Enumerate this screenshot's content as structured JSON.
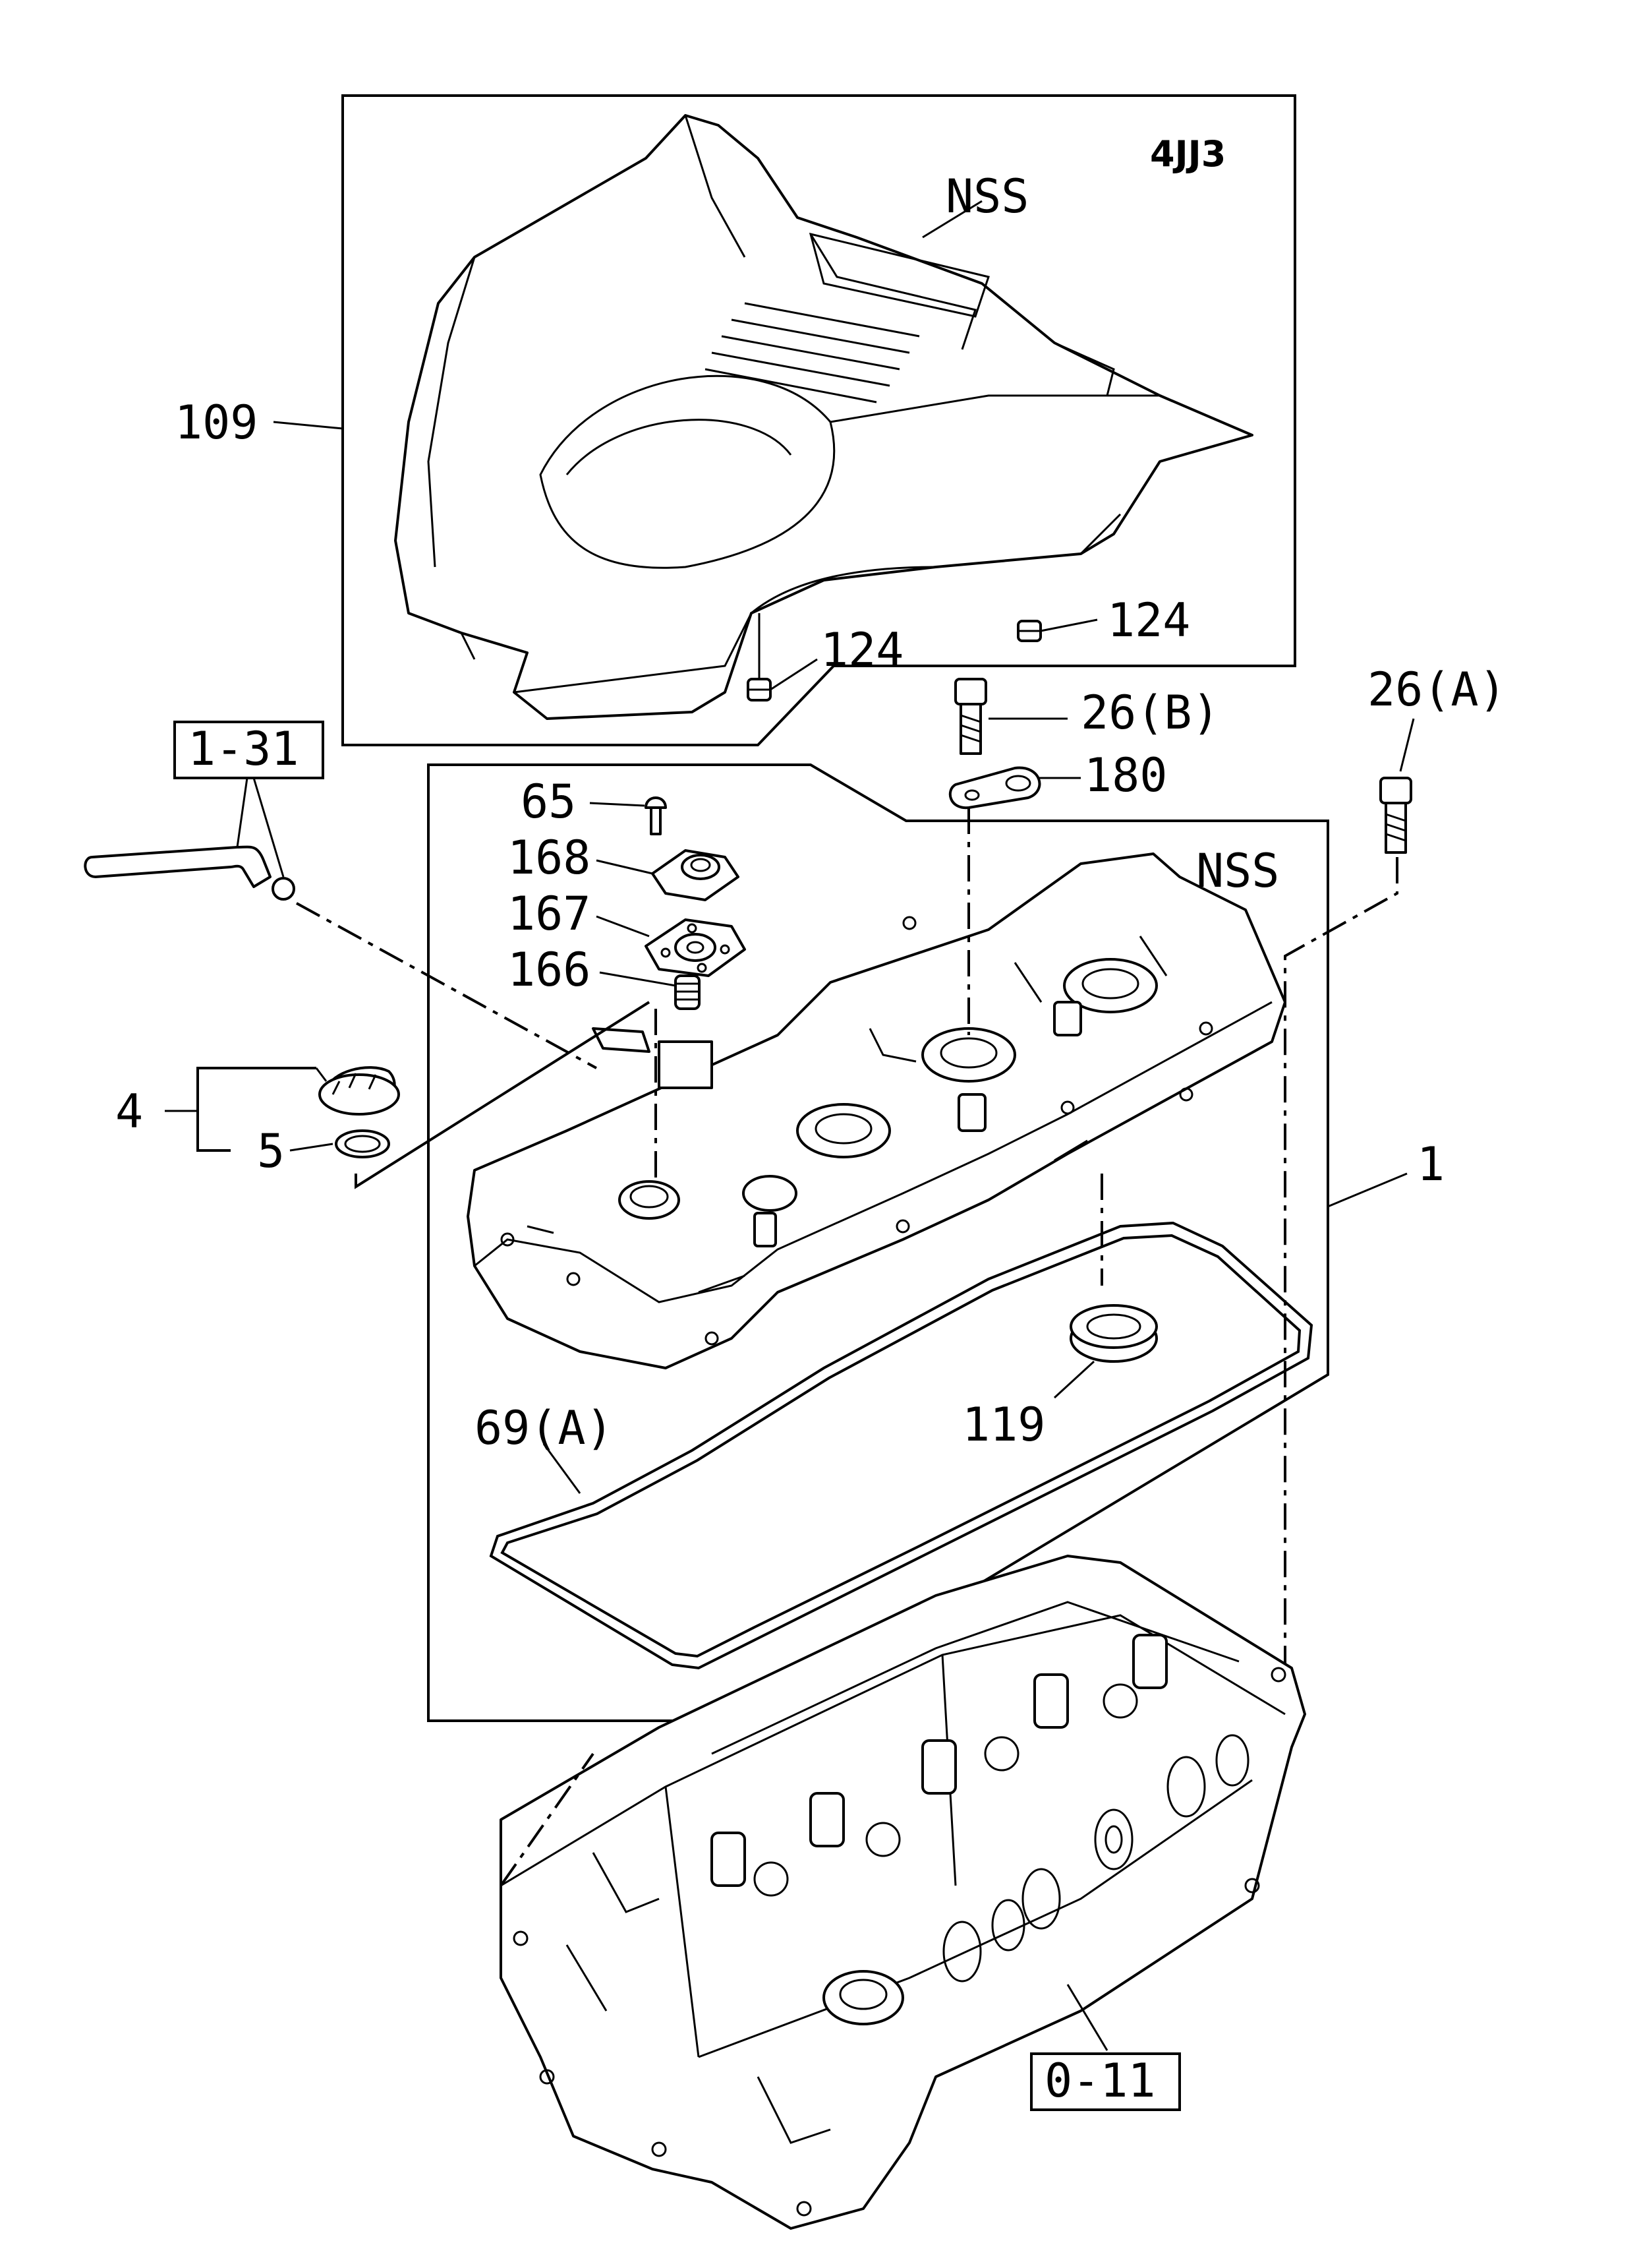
{
  "header": {
    "model": "4JJ3"
  },
  "callouts": {
    "nss_top": "NSS",
    "c109": "109",
    "c124_right": "124",
    "c124_mid": "124",
    "c26b": "26(B)",
    "c26a": "26(A)",
    "c180": "180",
    "c65": "65",
    "c168": "168",
    "c167": "167",
    "c166": "166",
    "nss_mid": "NSS",
    "c4": "4",
    "c5": "5",
    "c1": "1",
    "c69a": "69(A)",
    "c119": "119"
  },
  "references": {
    "ref_1_31": "1-31",
    "ref_0_11": "0-11"
  }
}
